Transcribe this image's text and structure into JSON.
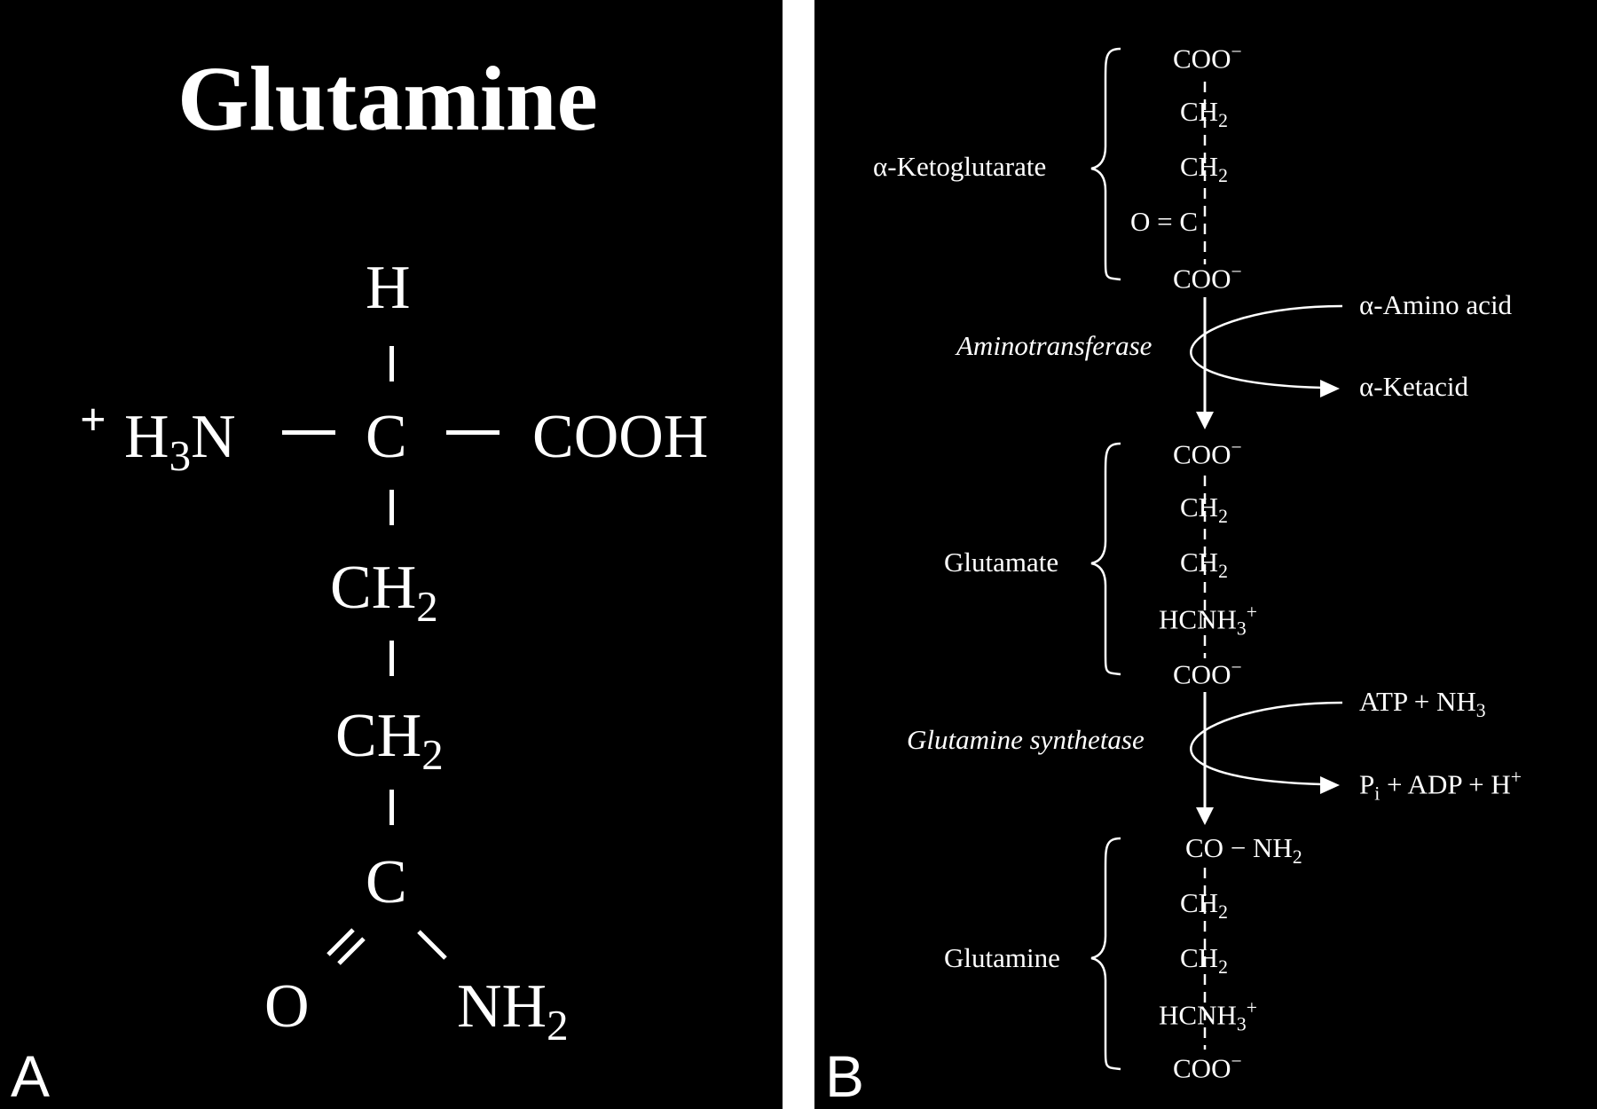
{
  "panel_a": {
    "title": "Glutamine",
    "label": "A",
    "atoms": {
      "h_top": "H",
      "plus": "+",
      "h3n_h": "H",
      "h3n_3": "3",
      "h3n_n": "N",
      "c_alpha": "C",
      "cooh": "COOH",
      "ch2_1_ch": "CH",
      "ch2_1_sub": "2",
      "ch2_2_ch": "CH",
      "ch2_2_sub": "2",
      "c_amide": "C",
      "o": "O",
      "nh2_nh": "NH",
      "nh2_sub": "2"
    }
  },
  "panel_b": {
    "label": "B",
    "molecule_names": {
      "akg": "α-Ketoglutarate",
      "glutamate": "Glutamate",
      "glutamine": "Glutamine"
    },
    "enzymes": {
      "aminotransferase": "Aminotransferase",
      "glutamine_synthetase": "Glutamine synthetase"
    },
    "reagents": {
      "amino_acid": "α-Amino acid",
      "ketacid": "α-Ketacid",
      "atp_nh3_main": "ATP + NH",
      "atp_nh3_sub": "3",
      "pi_p": "P",
      "pi_sub": "i",
      "pi_rest": " + ADP + H",
      "pi_sup": "+"
    },
    "akg_atoms": {
      "coo_top": "COO",
      "coo_top_sup": "−",
      "ch2_a": "CH",
      "ch2_a_sub": "2",
      "ch2_b": "CH",
      "ch2_b_sub": "2",
      "oc": "O = C",
      "coo_bottom": "COO",
      "coo_bottom_sup": "−"
    },
    "glutamate_atoms": {
      "coo_top": "COO",
      "coo_top_sup": "−",
      "ch2_a": "CH",
      "ch2_a_sub": "2",
      "ch2_b": "CH",
      "ch2_b_sub": "2",
      "hcnh3": "HCNH",
      "hcnh3_sub": "3",
      "hcnh3_sup": "+",
      "coo_bottom": "COO",
      "coo_bottom_sup": "−"
    },
    "glutamine_atoms": {
      "conh2": "CO − NH",
      "conh2_sub": "2",
      "ch2_a": "CH",
      "ch2_a_sub": "2",
      "ch2_b": "CH",
      "ch2_b_sub": "2",
      "hcnh3": "HCNH",
      "hcnh3_sub": "3",
      "hcnh3_sup": "+",
      "coo_bottom": "COO",
      "coo_bottom_sup": "−"
    }
  },
  "colors": {
    "background": "#000000",
    "foreground": "#ffffff",
    "divider": "#ffffff"
  }
}
